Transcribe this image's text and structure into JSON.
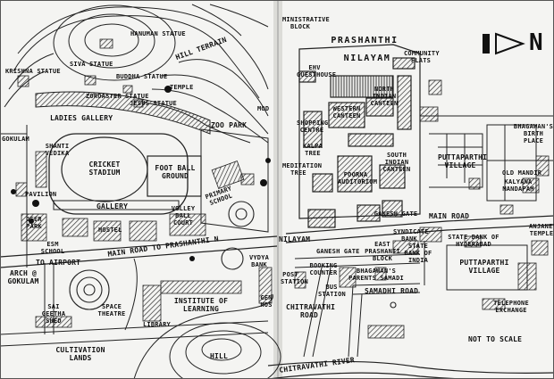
{
  "labels": {
    "hanuman": "HANUMAN STATUE",
    "hill_terrain": "HILL TERRAIN",
    "krishna": "KRISHNA STATUE",
    "siva": "SIVA STATUE",
    "buddha": "BUDDHA STATUE",
    "zoroaster": "ZOROASTER STATUE",
    "jesus": "JESUS STATUE",
    "temple": "TEMPLE",
    "ladies_gallery": "LADIES GALLERY",
    "zoo_park": "ZOO PARK",
    "gokulam": "GOKULAM",
    "shanti_vedika": "SHANTI VEDIKA",
    "cricket": "CRICKET STADIUM",
    "football": "FOOT BALL GROUND",
    "gallery": "GALLERY",
    "primary_school": "PRIMARY SCHOOL",
    "volleyball": "VOLLEY BALL COURT",
    "pavilion": "PAVILION",
    "deer_park": "DEER PARK",
    "hostel": "HOSTEL",
    "esm_school": "ESM SCHOOL",
    "main_road_prashanthi": "MAIN ROAD TO PRASHANTHI N",
    "to_airport": "TO AIRPORT",
    "arch_gokulam": "ARCH @ GOKULAM",
    "vydyagiri": "VYDYA BANK",
    "sai_geetha": "SAI GEETHA SHED",
    "space_theatre": "SPACE THEATRE",
    "institute": "INSTITUTE OF LEARNING",
    "library": "LIBRARY",
    "gen_hospital": "GEN HOS",
    "cultivation": "CULTIVATION LANDS",
    "hill": "HILL",
    "chitravathi_river": "CHITRAVATHI RIVER",
    "administrative": "MINISTRATIVE BLOCK",
    "prashanthi": "PRASHANTHI",
    "nilayam": "NILAYAM",
    "community_flats": "COMMUNITY FLATS",
    "ehv_guesthouse": "EHV GUESTHOUSE",
    "western_canteen": "WESTERN CANTEEN",
    "north_indian": "NORTH INDIAN CANTEEN",
    "shopping_centre": "SHOPPING CENTRE",
    "kalpatharu": "KALPA TREE",
    "meditation_tree": "MEDITATION TREE",
    "poornachandra": "POORNA AUDITORIUM",
    "south_indian": "SOUTH INDIAN CANTEEN",
    "puttaparthi_village_top": "PUTTAPARTHI VILLAGE",
    "old_mandir": "OLD MANDIR",
    "kalyana_mandapam": "KALYANA MANDAPAM",
    "bhagawans_birth": "BHAGAWAN'S BIRTH PLACE",
    "ganesh_gate_top": "GANESH GATE",
    "main_road_right": "MAIN ROAD",
    "syndicate_bank": "SYNDICATE BANK",
    "anjaneya_temple": "ANJANEYA TEMPLE",
    "state_bank_india": "STATE BANK OF INDIA",
    "east_prashanti": "EAST PRASHANTI BLOCK",
    "state_bank_hyderabad": "STATE BANK OF HYDERABAD",
    "puttaparthi_village_bottom": "PUTTAPARTHI VILLAGE",
    "ganesh_gate_bottom": "GANESH GATE",
    "nilayam_left": "NILAYAM",
    "booking_counter": "BOOKING COUNTER",
    "bhagawans_parents": "BHAGAWAN'S PARENTS SAMADI",
    "post_station": "POST STATION",
    "bus_station": "BUS STATION",
    "samadhi_road": "SAMADHI ROAD",
    "chitravathi_road": "CHITRAVATHI ROAD",
    "telephone_exchange": "TELEPHONE EXCHANGE",
    "not_to_scale": "NOT TO SCALE",
    "mod": "MOD",
    "north_arrow_letter": "N"
  },
  "colors": {
    "ink": "#111111",
    "paper": "#f4f4f2",
    "hatch": "#333333"
  },
  "icons": [
    "north-arrow-icon",
    "statue-icon",
    "hatched-building-icon",
    "tree-icon"
  ]
}
